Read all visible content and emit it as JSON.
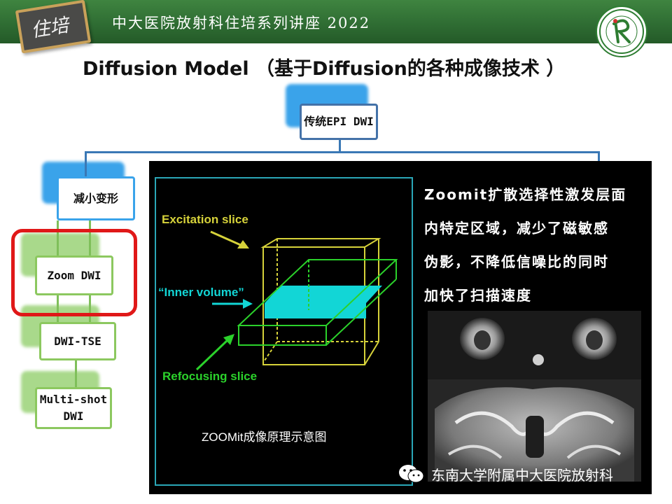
{
  "header": {
    "badge_text": "住培",
    "title": "中大医院放射科住培系列讲座 2022"
  },
  "slide": {
    "title": "Diffusion Model （基于Diffusion的各种成像技术 ）"
  },
  "tree": {
    "root": "传统EPI DWI",
    "nodes": [
      "减小变形",
      "Zoom DWI",
      "DWI-TSE",
      "Multi-shot DWI"
    ]
  },
  "diagram": {
    "label_excitation": "Excitation slice",
    "label_inner": "“Inner volume”",
    "label_refocusing": "Refocusing slice",
    "caption": "ZOOMit成像原理示意图"
  },
  "description": {
    "lines": [
      "Zoomit扩散选择性激发层面",
      "内特定区域，减少了磁敏感",
      "伪影，不降低信噪比的同时",
      "加快了扫描速度"
    ]
  },
  "watermark": {
    "text": "东南大学附属中大医院放射科"
  },
  "colors": {
    "header_green": "#2f6d33",
    "tree_blue": "#3a78b5",
    "tree_green": "#7fbf5a",
    "highlight_red": "#e01818",
    "slice_cyan": "#12d6d6",
    "slice_yellow": "#d6d23a",
    "slice_green": "#2bd12b"
  }
}
